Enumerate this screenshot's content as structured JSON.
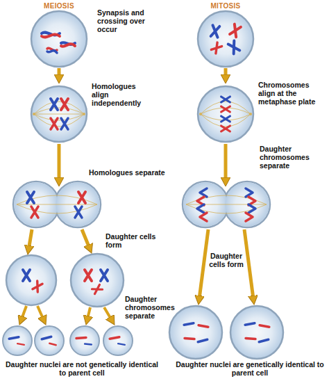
{
  "diagram": {
    "labels": [
      "MEIOSIS",
      "MITOSIS",
      "Synapsis and crossing over occur",
      "Homologues align independently",
      "Chromosomes align at the metaphase plate",
      "Daughter chromosomes separate",
      "Homologues separate",
      "Daughter cells form",
      "Daughter cells form",
      "Daughter chromosomes separate",
      "Daughter nuclei are not genetically identical to parent cell",
      "Daughter nuclei are genetically identical to parent cell"
    ]
  }
}
